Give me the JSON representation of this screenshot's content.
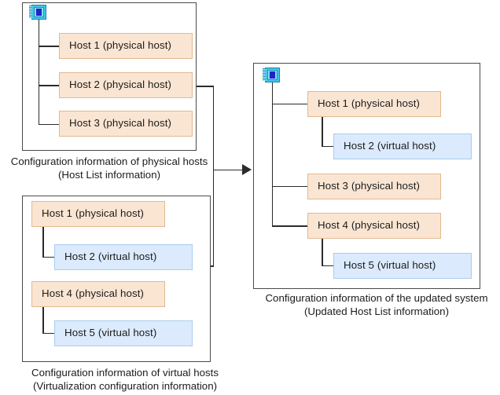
{
  "diagram": {
    "type": "configuration-merge-diagram",
    "colors": {
      "physical_fill": "#fae5d3",
      "physical_border": "#e3b98f",
      "virtual_fill": "#dbeafc",
      "virtual_border": "#a9cdf0",
      "panel_border": "#4a4a4a",
      "connector": "#2b2b2b",
      "text": "#1b1b1b"
    },
    "panels": {
      "physical": {
        "caption_line1": "Configuration information of physical hosts",
        "caption_line2": "(Host List information)",
        "root_icon": "server-icon",
        "nodes": [
          {
            "label": "Host 1 (physical host)",
            "kind": "physical",
            "depth": 1
          },
          {
            "label": "Host 2 (physical host)",
            "kind": "physical",
            "depth": 1
          },
          {
            "label": "Host 3 (physical host)",
            "kind": "physical",
            "depth": 1
          }
        ]
      },
      "virtual": {
        "caption_line1": "Configuration information of virtual hosts",
        "caption_line2": "(Virtualization configuration information)",
        "root_icon": null,
        "nodes": [
          {
            "label": "Host 1 (physical host)",
            "kind": "physical",
            "depth": 1
          },
          {
            "label": "Host 2 (virtual host)",
            "kind": "virtual",
            "depth": 2
          },
          {
            "label": "Host 4 (physical host)",
            "kind": "physical",
            "depth": 1
          },
          {
            "label": "Host 5 (virtual host)",
            "kind": "virtual",
            "depth": 2
          }
        ]
      },
      "updated": {
        "caption_line1": "Configuration information of the updated system",
        "caption_line2": "(Updated Host List information)",
        "root_icon": "server-icon",
        "nodes": [
          {
            "label": "Host 1 (physical host)",
            "kind": "physical",
            "depth": 1
          },
          {
            "label": "Host 2 (virtual host)",
            "kind": "virtual",
            "depth": 2
          },
          {
            "label": "Host 3 (physical host)",
            "kind": "physical",
            "depth": 1
          },
          {
            "label": "Host 4 (physical host)",
            "kind": "physical",
            "depth": 1
          },
          {
            "label": "Host 5 (virtual host)",
            "kind": "virtual",
            "depth": 2
          }
        ]
      }
    },
    "merge_arrow": {
      "icon": "arrow-right-icon",
      "from": [
        "physical",
        "virtual"
      ],
      "to": "updated"
    }
  }
}
